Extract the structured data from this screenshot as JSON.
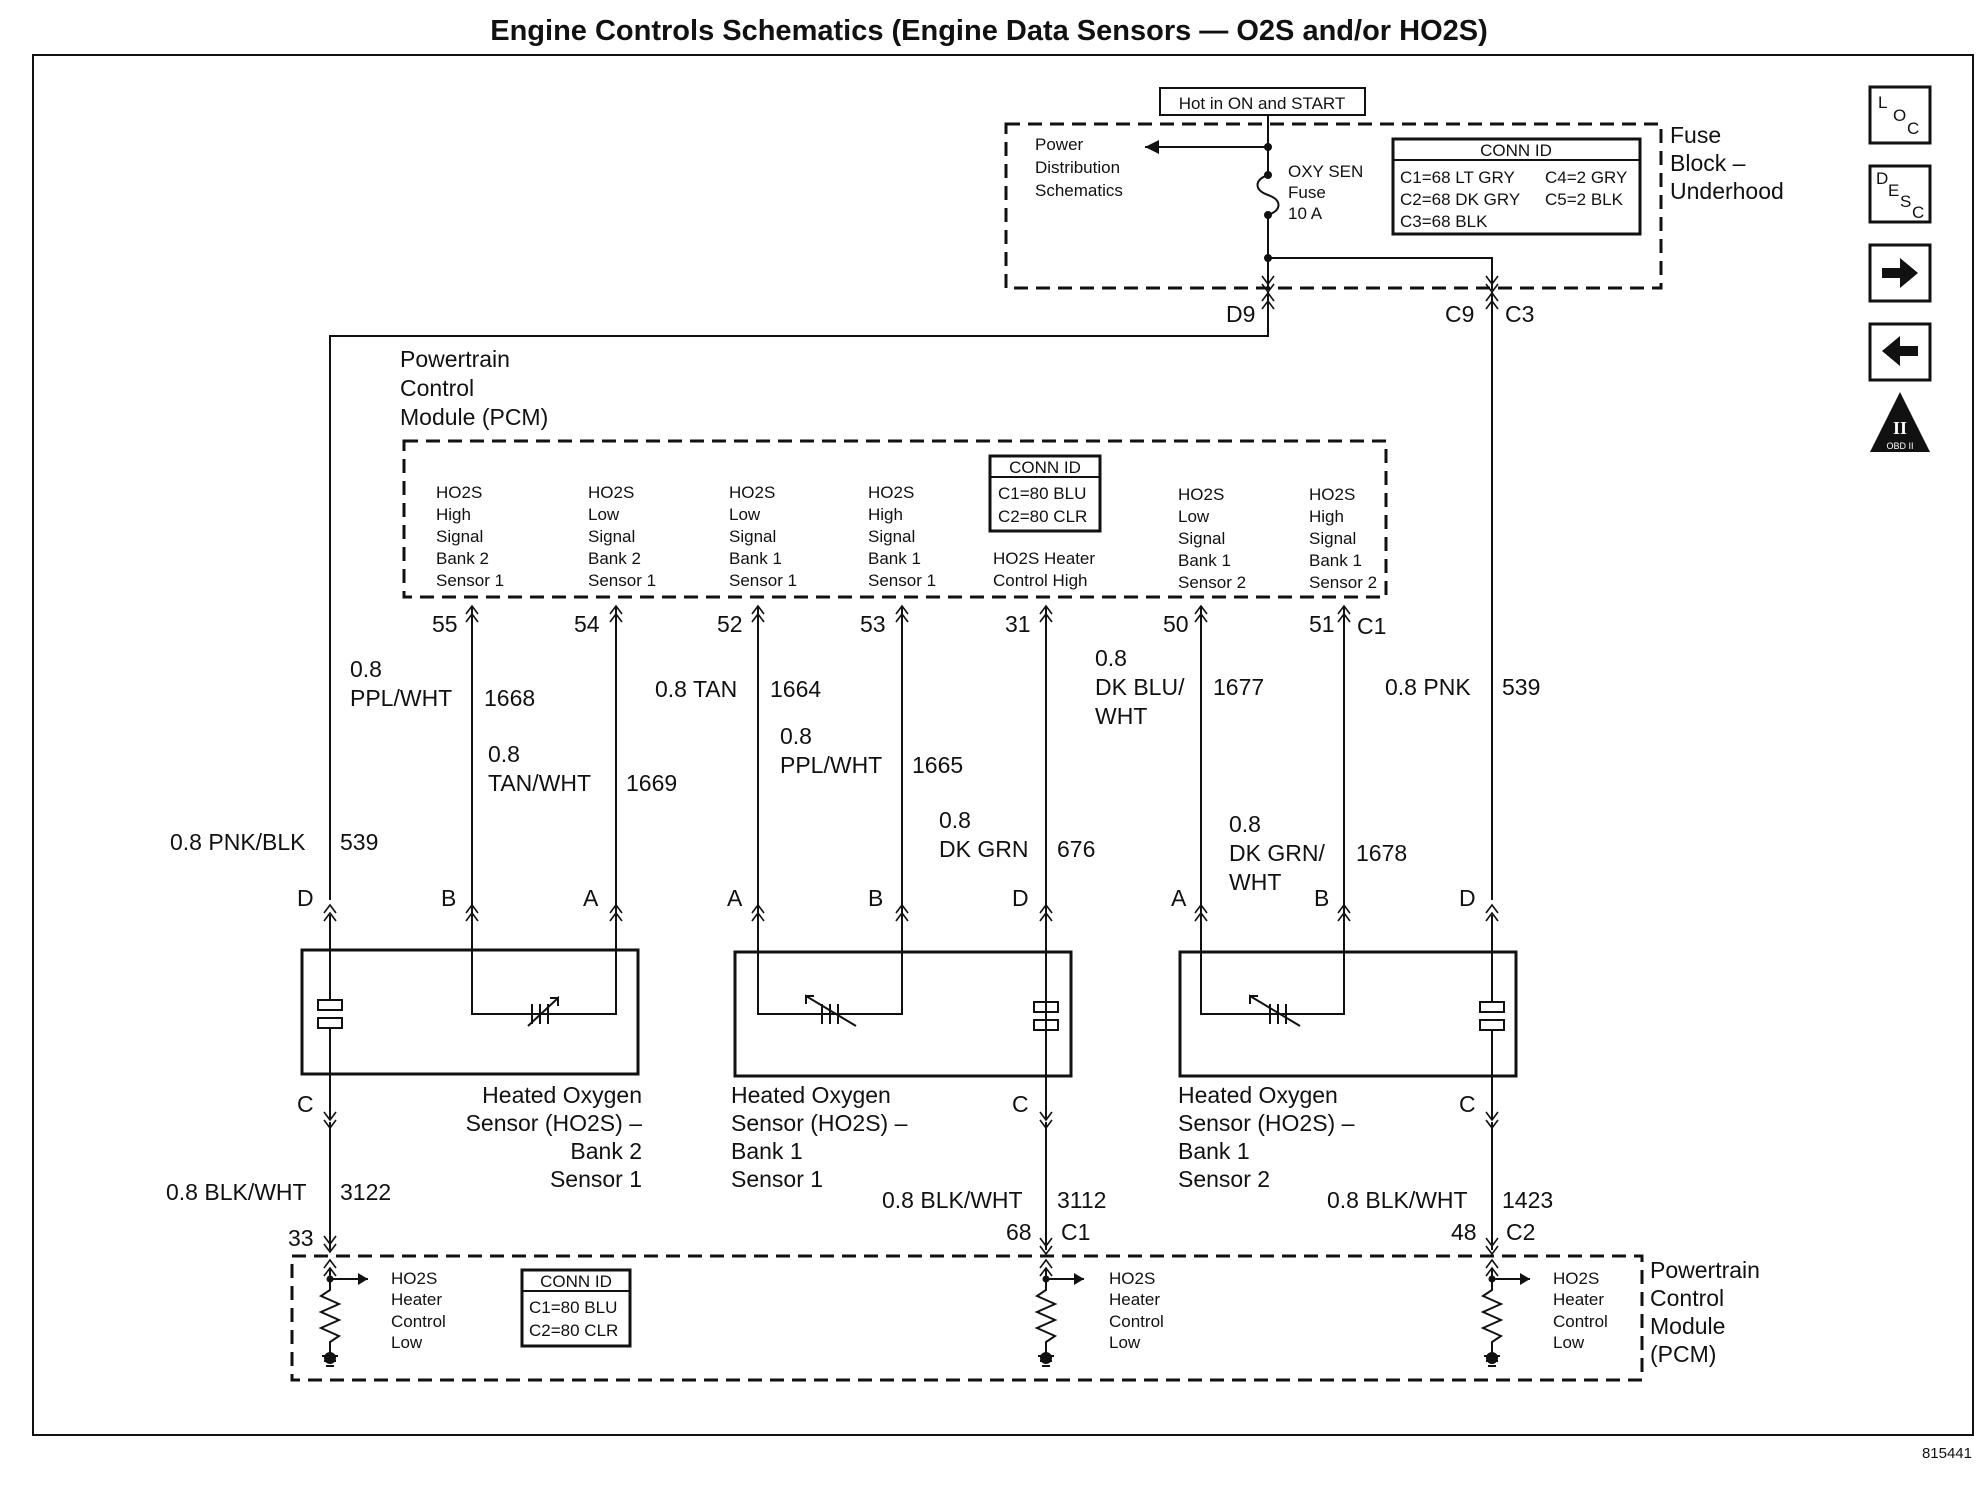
{
  "title": "Engine Controls Schematics (Engine Data Sensors — O2S and/or HO2S)",
  "hot_label": "Hot in ON and START",
  "fuse_block": {
    "name": [
      "Fuse",
      "Block –",
      "Underhood"
    ],
    "power_dist": [
      "Power",
      "Distribution",
      "Schematics"
    ],
    "fuse": [
      "OXY SEN",
      "Fuse",
      "10 A"
    ],
    "conn_title": "CONN ID",
    "conn_lines": [
      "C1=68 LT GRY",
      "C2=68 DK GRY",
      "C3=68 BLK"
    ],
    "conn_lines_right": [
      "C4=2 GRY",
      "C5=2 BLK"
    ],
    "pins": [
      "D9",
      "C9",
      "C3"
    ]
  },
  "pcm": {
    "name": [
      "Powertrain",
      "Control",
      "Module (PCM)"
    ],
    "conn_title": "CONN ID",
    "conn_lines": [
      "C1=80 BLU",
      "C2=80 CLR"
    ],
    "circuits": [
      {
        "label": [
          "HO2S",
          "High",
          "Signal",
          "Bank 2",
          "Sensor 1"
        ],
        "pin": "55"
      },
      {
        "label": [
          "HO2S",
          "Low",
          "Signal",
          "Bank 2",
          "Sensor 1"
        ],
        "pin": "54"
      },
      {
        "label": [
          "HO2S",
          "Low",
          "Signal",
          "Bank 1",
          "Sensor 1"
        ],
        "pin": "52"
      },
      {
        "label": [
          "HO2S",
          "High",
          "Signal",
          "Bank 1",
          "Sensor 1"
        ],
        "pin": "53"
      },
      {
        "label": [
          "HO2S Heater",
          "Control High"
        ],
        "pin": "31"
      },
      {
        "label": [
          "HO2S",
          "Low",
          "Signal",
          "Bank 1",
          "Sensor 2"
        ],
        "pin": "50"
      },
      {
        "label": [
          "HO2S",
          "High",
          "Signal",
          "Bank 1",
          "Sensor 2"
        ],
        "pin": "51"
      }
    ],
    "pin_conn": "C1"
  },
  "wires": [
    {
      "gauge": [
        "0.8",
        "PPL/WHT"
      ],
      "circuit": "1668"
    },
    {
      "gauge": [
        "0.8",
        "TAN/WHT"
      ],
      "circuit": "1669"
    },
    {
      "gauge": [
        "0.8 TAN"
      ],
      "circuit": "1664"
    },
    {
      "gauge": [
        "0.8",
        "PPL/WHT"
      ],
      "circuit": "1665"
    },
    {
      "gauge": [
        "0.8",
        "DK GRN"
      ],
      "circuit": "676"
    },
    {
      "gauge": [
        "0.8",
        "DK BLU/",
        "WHT"
      ],
      "circuit": "1677"
    },
    {
      "gauge": [
        "0.8",
        "DK GRN/",
        "WHT"
      ],
      "circuit": "1678"
    },
    {
      "gauge": [
        "0.8 PNK"
      ],
      "circuit": "539"
    },
    {
      "gauge": [
        "0.8 PNK/BLK"
      ],
      "circuit": "539"
    }
  ],
  "sensors": [
    {
      "name": [
        "Heated Oxygen",
        "Sensor (HO2S) –",
        "Bank 2",
        "Sensor 1"
      ],
      "pins": [
        "D",
        "B",
        "A",
        "C"
      ]
    },
    {
      "name": [
        "Heated Oxygen",
        "Sensor (HO2S) –",
        "Bank 1",
        "Sensor 1"
      ],
      "pins": [
        "A",
        "B",
        "D",
        "C"
      ]
    },
    {
      "name": [
        "Heated Oxygen",
        "Sensor (HO2S) –",
        "Bank 1",
        "Sensor 2"
      ],
      "pins": [
        "A",
        "B",
        "D",
        "C"
      ]
    }
  ],
  "ground_wires": [
    {
      "gauge": "0.8 BLK/WHT",
      "circuit": "3122",
      "pin": "33",
      "conn": ""
    },
    {
      "gauge": "0.8 BLK/WHT",
      "circuit": "3112",
      "pin": "68",
      "conn": "C1"
    },
    {
      "gauge": "0.8 BLK/WHT",
      "circuit": "1423",
      "pin": "48",
      "conn": "C2"
    }
  ],
  "pcm_bottom": {
    "name": [
      "Powertrain",
      "Control",
      "Module",
      "(PCM)"
    ],
    "heater_label": [
      "HO2S",
      "Heater",
      "Control",
      "Low"
    ],
    "conn_title": "CONN ID",
    "conn_lines": [
      "C1=80 BLU",
      "C2=80 CLR"
    ]
  },
  "nav": {
    "loc": [
      "L",
      "O",
      "C"
    ],
    "desc": [
      "D",
      "E",
      "S",
      "C"
    ],
    "obd": "OBD II",
    "obd_numeral": "II"
  },
  "figure_number": "815441"
}
